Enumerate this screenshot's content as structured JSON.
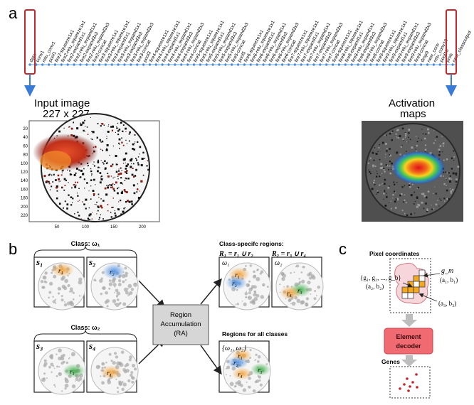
{
  "panel_a": {
    "letter": "a",
    "layers": [
      "data",
      "conv1",
      "relu_conv1",
      "pool1",
      "fire2-squeeze1x1",
      "fire2-relu_squeeze1x1",
      "fire2-expand1x1",
      "fire2-relu_expand1x1",
      "fire2-expand3x3",
      "fire2-relu_expand3x3",
      "fire2-concat",
      "fire3-squeeze1x1",
      "fire3-relu_squeeze1x1",
      "fire3-expand1x1",
      "fire3-relu_expand1x1",
      "fire3-expand3x3",
      "fire3-relu_expand3x3",
      "fire3-concat",
      "pool3",
      "fire4-squeeze1x1",
      "fire4-relu_squeeze1x1",
      "fire4-expand1x1",
      "fire4-relu_expand1x1",
      "fire4-expand3x3",
      "fire4-relu_expand3x3",
      "fire4-concat",
      "fire5-squeeze1x1",
      "fire5-relu_squeeze1x1",
      "fire5-expand1x1",
      "fire5-relu_expand1x1",
      "fire5-expand3x3",
      "fire5-relu_expand3x3",
      "fire5-concat",
      "pool5",
      "fire6-squeeze1x1",
      "fire6-relu_squeeze1x1",
      "fire6-expand1x1",
      "fire6-relu_expand1x1",
      "fire6-expand3x3",
      "fire6-relu_expand3x3",
      "fire6-concat",
      "fire7-squeeze1x1",
      "fire7-relu_squeeze1x1",
      "fire7-expand1x1",
      "fire7-relu_expand1x1",
      "fire7-expand3x3",
      "fire7-relu_expand3x3",
      "fire7-concat",
      "fire8-squeeze1x1",
      "fire8-relu_squeeze1x1",
      "fire8-expand1x1",
      "fire8-relu_expand1x1",
      "fire8-expand3x3",
      "fire8-relu_expand3x3",
      "fire8-concat",
      "fire9-squeeze1x1",
      "fire9-relu_squeeze1x1",
      "fire9-expand1x1",
      "fire9-relu_expand1x1",
      "fire9-expand3x3",
      "fire9-relu_expand3x3",
      "fire9-concat",
      "drop9",
      "new_conv",
      "relu_conv10",
      "pool10",
      "prob",
      "new_classoutput"
    ],
    "input_title_1": "Input image",
    "input_title_2": "227 x 227",
    "activation_title_1": "Activation",
    "activation_title_2": "maps",
    "y_ticks": [
      "20",
      "40",
      "60",
      "80",
      "100",
      "120",
      "140",
      "160",
      "180",
      "200",
      "220"
    ],
    "x_ticks": [
      "50",
      "100",
      "150",
      "200"
    ]
  },
  "panel_b": {
    "letter": "b",
    "class_w1": "Class: ω₁",
    "class_w2": "Class: ω₂",
    "s1": "s₁",
    "s2": "s₂",
    "s3": "s₃",
    "s4": "s₄",
    "r1": "r₁",
    "r2": "r₂",
    "r3": "r₃",
    "r4": "r₄",
    "ra_line1": "Region",
    "ra_line2": "Accumulation",
    "ra_line3": "(RA)",
    "specific_title": "Class-specifc regions:",
    "R1_formula": "R₁ = r₁ ∪ r₂",
    "R2_formula": "R₂ = r₃ ∪ r₄",
    "w1_tag": "ω₁",
    "w2_tag": "ω₂",
    "all_title": "Regions for all classes",
    "all_tag": "{ω₁, ω₂}"
  },
  "panel_c": {
    "letter": "c",
    "pixel_title": "Pixel coordinates",
    "g_set": "{g₁, g₂, ..., g_b}",
    "a2b2": "(a₂, b₂)",
    "gm": "g_m",
    "a1b1": "(a₁, b₁)",
    "a3b3": "(a₃, b₃)",
    "decoder_line1": "Element",
    "decoder_line2": "decoder",
    "genes_title": "Genes"
  }
}
